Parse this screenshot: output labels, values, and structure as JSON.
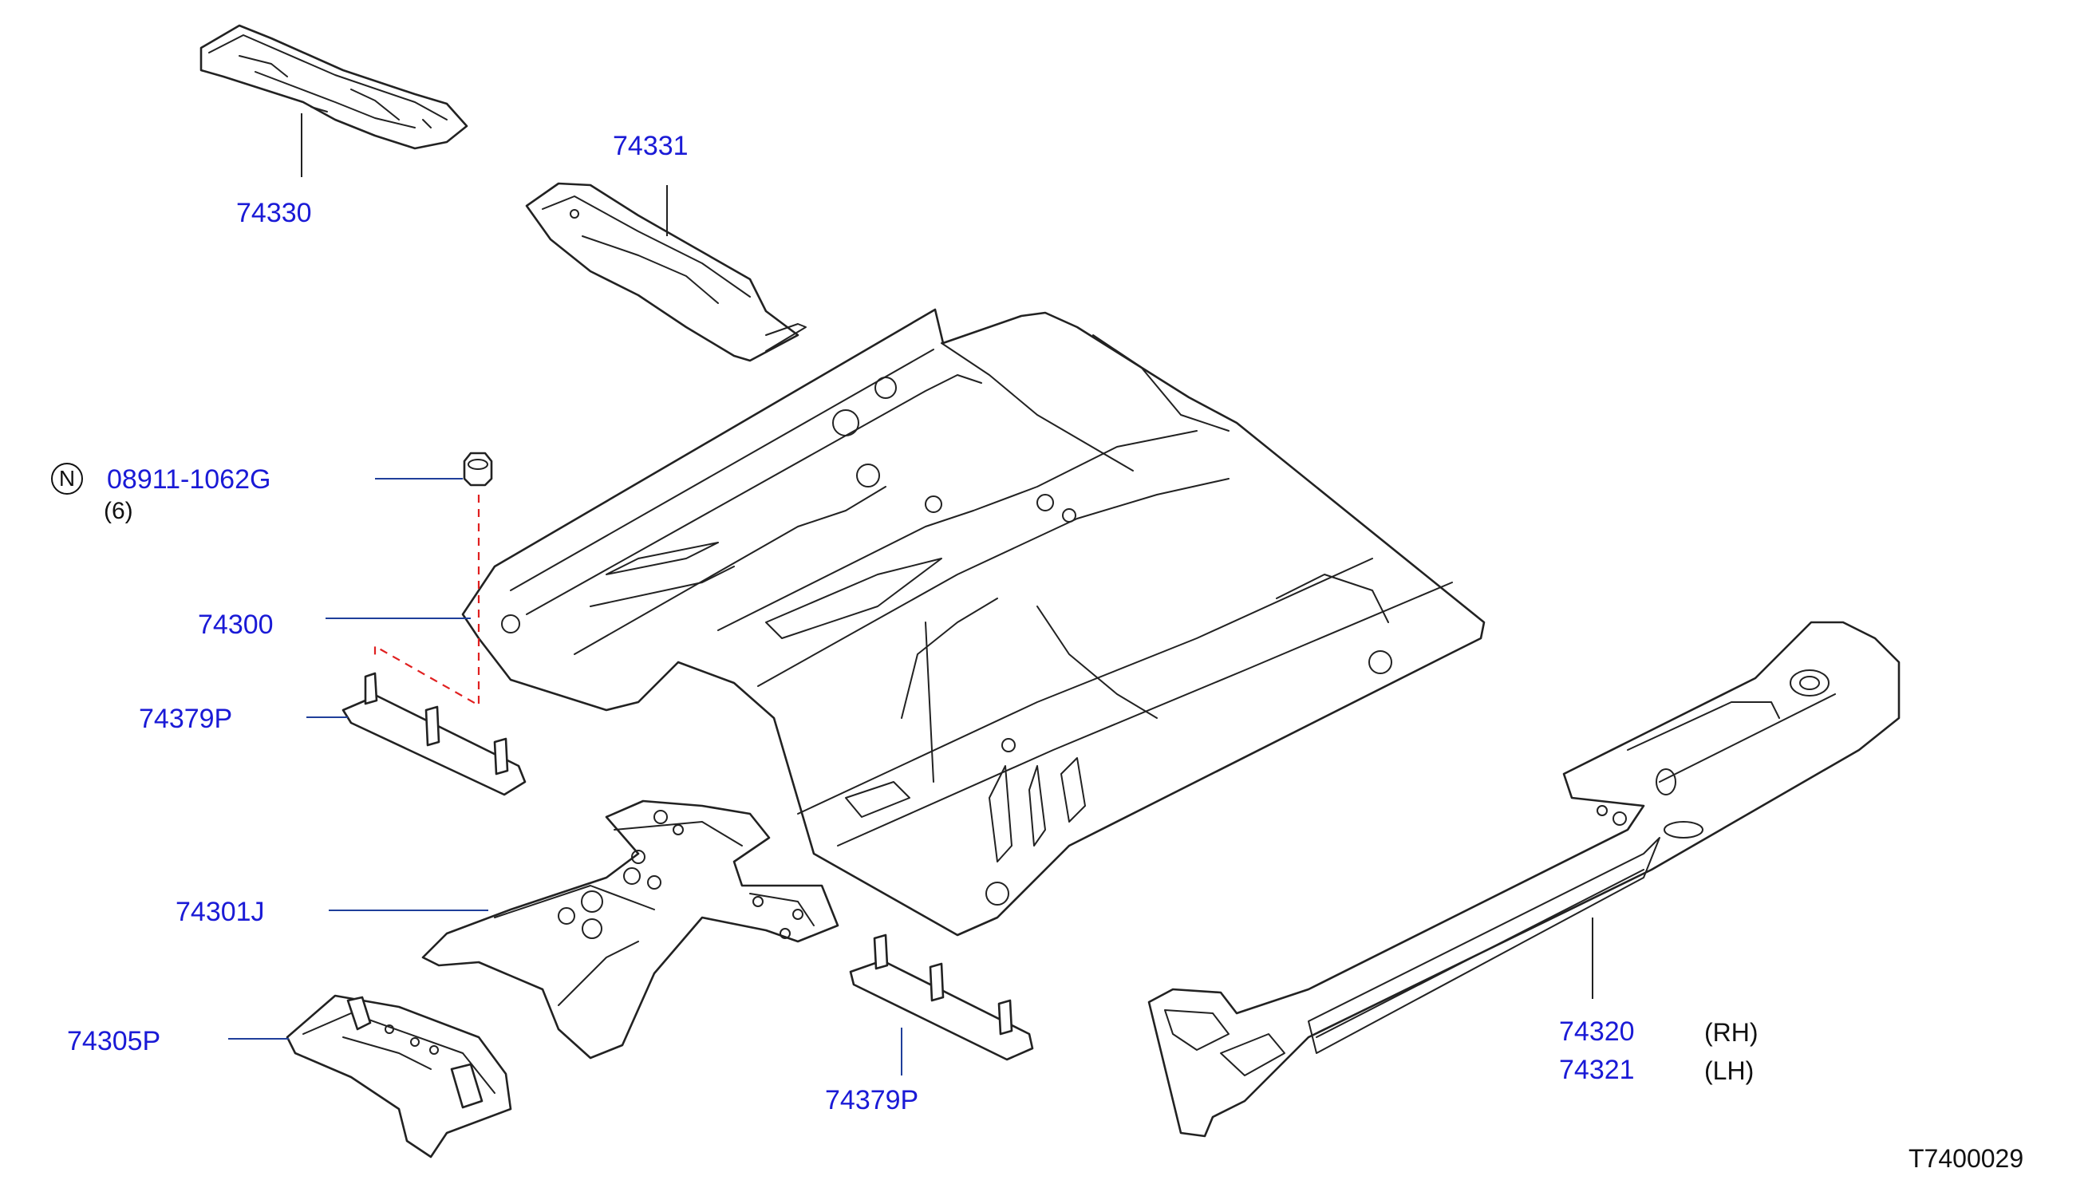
{
  "parts": {
    "p74330": "74330",
    "p74331": "74331",
    "p08911": "08911-1062G",
    "qty08911": "(6)",
    "p74300": "74300",
    "p74379p_a": "74379P",
    "p74301j": "74301J",
    "p74305p": "74305P",
    "p74379p_b": "74379P",
    "p74320": "74320",
    "p74321": "74321",
    "rh": "(RH)",
    "lh": "(LH)"
  },
  "marker": {
    "n": "N"
  },
  "drawing_id": "T7400029",
  "colors": {
    "part_number": "#1a1ad6",
    "leader": "#1f3f9a",
    "assembly_dash": "#e02020",
    "text": "#111111"
  },
  "icons": {
    "new_part_marker": "circle-n-icon"
  }
}
